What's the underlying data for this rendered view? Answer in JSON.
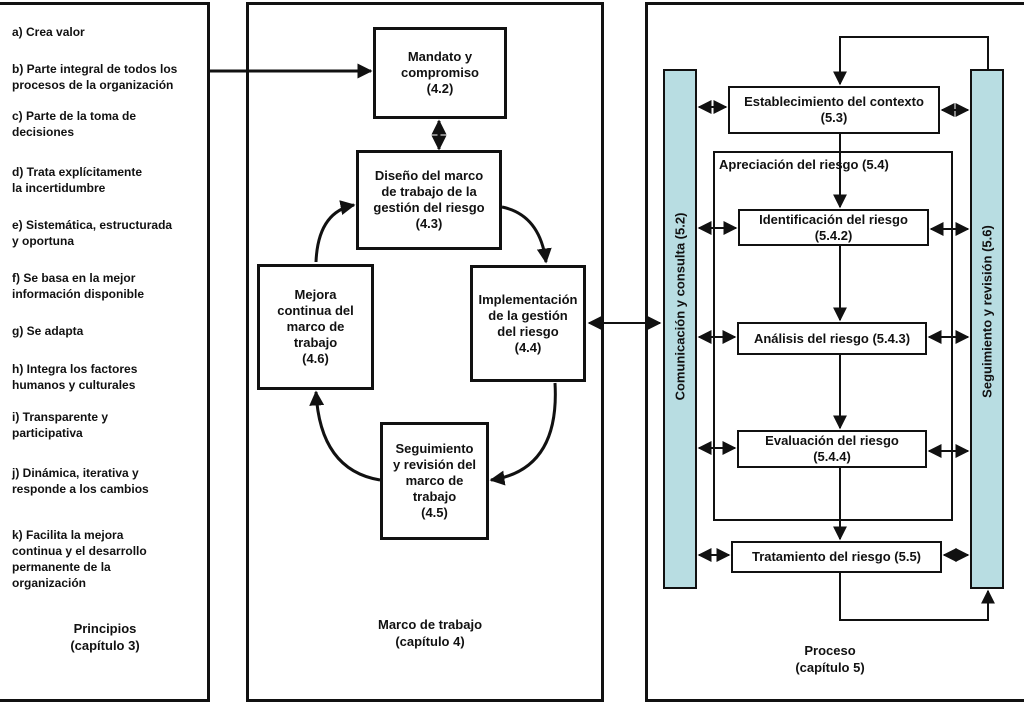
{
  "principles": {
    "items": [
      "a) Crea valor",
      "b) Parte integral de todos los\nprocesos de la organización",
      "c) Parte de la toma de\ndecisiones",
      "d) Trata explícitamente\nla incertidumbre",
      "e) Sistemática, estructurada\ny oportuna",
      "f) Se basa en la mejor\ninformación disponible",
      "g) Se adapta",
      "h) Integra los factores\nhumanos y culturales",
      "i) Transparente y\nparticipativa",
      "j) Dinámica, iterativa y\nresponde a los cambios",
      "k) Facilita la mejora\ncontinua y el desarrollo\npermanente de la\norganización"
    ],
    "caption": "Principios\n(capítulo 3)"
  },
  "framework": {
    "mandate": "Mandato y\ncompromiso\n(4.2)",
    "design": "Diseño del marco\nde trabajo de la\ngestión del riesgo\n(4.3)",
    "implementation": "Implementación\nde la gestión\ndel riesgo\n(4.4)",
    "monitoring": "Seguimiento\ny revisión del\nmarco de\ntrabajo\n(4.5)",
    "improvement": "Mejora\ncontinua del\nmarco de\ntrabajo\n(4.6)",
    "caption": "Marco de trabajo\n(capítulo 4)"
  },
  "process": {
    "communication": "Comunicación y consulta (5.2)",
    "monitoring": "Seguimiento y revisión (5.6)",
    "context": "Establecimiento del contexto\n(5.3)",
    "assessment": "Apreciación del riesgo (5.4)",
    "identification": "Identificación del riesgo\n(5.4.2)",
    "analysis": "Análisis del riesgo (5.4.3)",
    "evaluation": "Evaluación del riesgo\n(5.4.4)",
    "treatment": "Tratamiento del riesgo (5.5)",
    "caption": "Proceso\n(capítulo 5)",
    "bar_color": "#b8dde2"
  }
}
